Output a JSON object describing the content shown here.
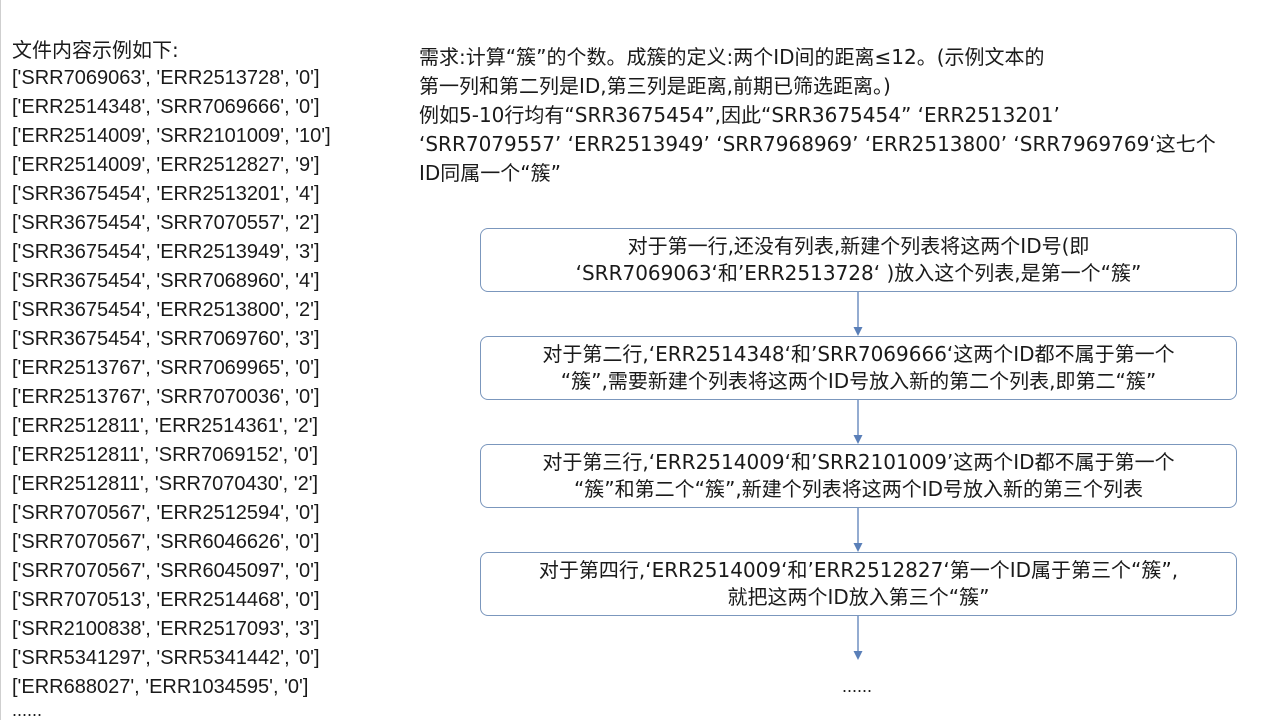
{
  "left": {
    "title": "文件内容示例如下:",
    "rows": [
      "['SRR7069063', 'ERR2513728', '0']",
      "['ERR2514348', 'SRR7069666', '0']",
      "['ERR2514009', 'SRR2101009', '10']",
      "['ERR2514009', 'ERR2512827', '9']",
      "['SRR3675454', 'ERR2513201', '4']",
      "['SRR3675454', 'SRR7070557', '2']",
      "['SRR3675454', 'ERR2513949', '3']",
      "['SRR3675454', 'SRR7068960', '4']",
      "['SRR3675454', 'ERR2513800', '2']",
      "['SRR3675454', 'SRR7069760', '3']",
      "['ERR2513767', 'SRR7069965', '0']",
      "['ERR2513767', 'SRR7070036', '0']",
      "['ERR2512811', 'ERR2514361', '2']",
      "['ERR2512811', 'SRR7069152', '0']",
      "['ERR2512811', 'SRR7070430', '2']",
      "['SRR7070567', 'ERR2512594', '0']",
      "['SRR7070567', 'SRR6046626', '0']",
      "['SRR7070567', 'SRR6045097', '0']",
      "['SRR7070513', 'ERR2514468', '0']",
      "['SRR2100838', 'ERR2517093', '3']",
      "['SRR5341297', 'SRR5341442', '0']",
      "['ERR688027', 'ERR1034595', '0']"
    ],
    "ellipsis": "......"
  },
  "requirement": {
    "lines": [
      "需求:计算“簇”的个数。成簇的定义:两个ID间的距离≤12。(示例文本的",
      "第一列和第二列是ID,第三列是距离,前期已筛选距离。)",
      "例如5-10行均有“SRR3675454”,因此“SRR3675454” ‘ERR2513201’",
      "‘SRR7079557’ ‘ERR2513949’ ‘SRR7968969’ ‘ERR2513800’ ‘SRR7969769‘这七个",
      "ID同属一个“簇”"
    ]
  },
  "flow": {
    "steps": [
      {
        "line1": "对于第一行,还没有列表,新建个列表将这两个ID号(即",
        "line2": "‘SRR7069063‘和’ERR2513728‘ )放入这个列表,是第一个“簇”"
      },
      {
        "line1": "对于第二行,‘ERR2514348‘和’SRR7069666‘这两个ID都不属于第一个",
        "line2": "“簇”,需要新建个列表将这两个ID号放入新的第二个列表,即第二“簇”"
      },
      {
        "line1": "对于第三行,‘ERR2514009‘和’SRR2101009’这两个ID都不属于第一个",
        "line2": "“簇”和第二个“簇”,新建个列表将这两个ID号放入新的第三个列表"
      },
      {
        "line1": "对于第四行,‘ERR2514009‘和’ERR2512827‘第一个ID属于第三个“簇”,",
        "line2": "就把这两个ID放入第三个“簇”"
      }
    ],
    "ellipsis": "......",
    "colors": {
      "box_border": "#7b97bd",
      "arrow": "#5a7fb8"
    }
  }
}
